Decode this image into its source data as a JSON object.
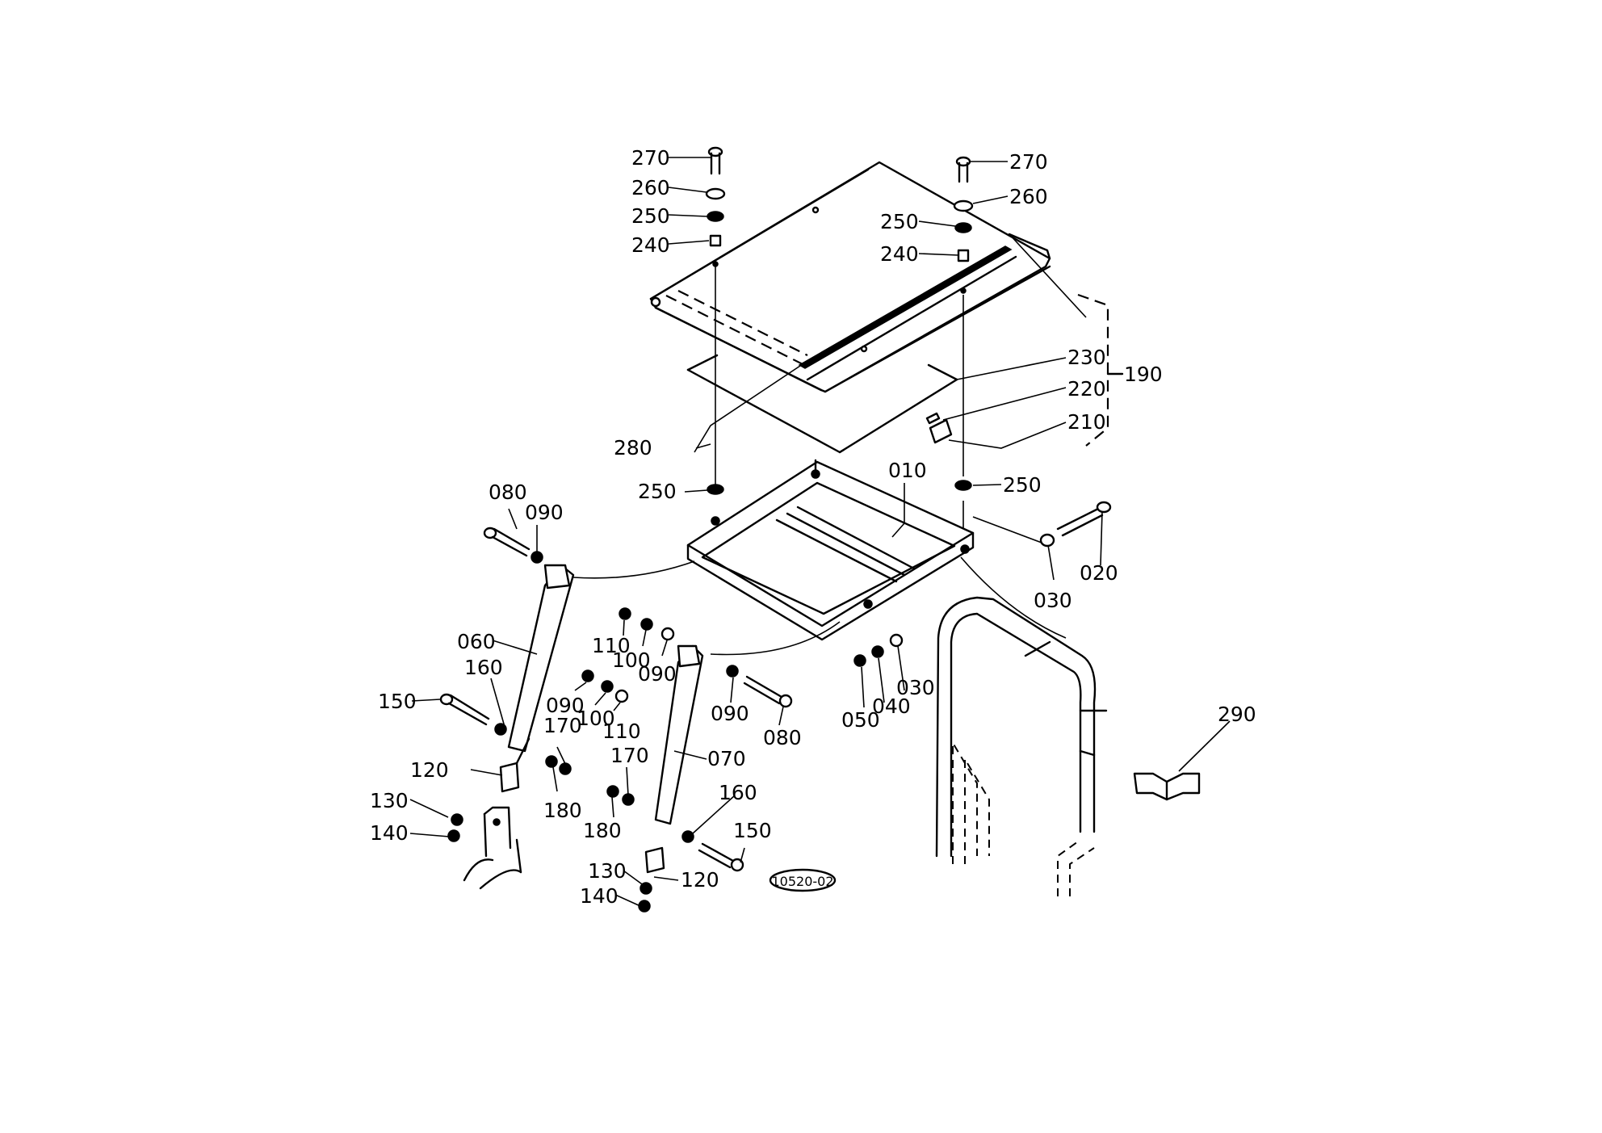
{
  "labels": {
    "l270a": "270",
    "l260a": "260",
    "l250a": "250",
    "l240a": "240",
    "l270b": "270",
    "l260b": "260",
    "l250b": "250",
    "l240b": "240",
    "l230": "230",
    "l220": "220",
    "l210": "210",
    "l190": "190",
    "l280": "280",
    "l250c": "250",
    "l250d": "250",
    "l010": "010",
    "l080a": "080",
    "l090a": "090",
    "l020": "020",
    "l030a": "030",
    "l060": "060",
    "l160a": "160",
    "l150a": "150",
    "l110a": "110",
    "l100a": "100",
    "l090b": "090",
    "l090c": "090",
    "l100b": "100",
    "l110b": "110",
    "l090d": "090",
    "l080b": "080",
    "l050": "050",
    "l040": "040",
    "l030b": "030",
    "l170a": "170",
    "l120a": "120",
    "l180a": "180",
    "l130a": "130",
    "l140a": "140",
    "l170b": "170",
    "l070": "070",
    "l160b": "160",
    "l180b": "180",
    "l150b": "150",
    "l130b": "130",
    "l120b": "120",
    "l140b": "140",
    "l290": "290"
  },
  "figure_code": "10520-02",
  "icons": {
    "manual": "open-book-icon"
  }
}
